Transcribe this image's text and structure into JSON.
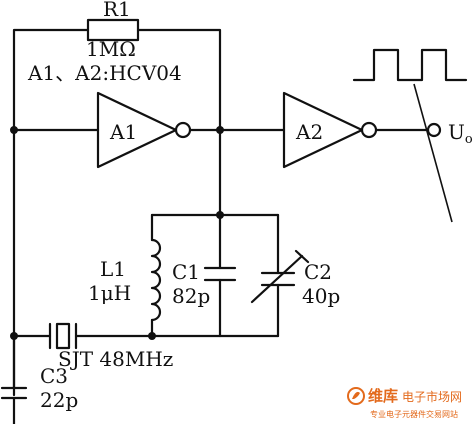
{
  "labels": {
    "r1_name": "R1",
    "r1_value": "1MΩ",
    "ic_note": "A1、A2:HCV04",
    "a1": "A1",
    "a2": "A2",
    "output": "U",
    "output_sub": "o",
    "l1_name": "L1",
    "l1_value": "1μH",
    "c1_name": "C1",
    "c1_value": "82p",
    "c2_name": "C2",
    "c2_value": "40p",
    "crystal": "SJT 48MHz",
    "c3_name": "C3",
    "c3_value": "22p"
  },
  "watermark": {
    "brand": "维库",
    "title": "电子市场网",
    "tagline": "专业电子元器件交易网站"
  },
  "colors": {
    "ink": "#111111",
    "watermark": "#e36a1c"
  }
}
